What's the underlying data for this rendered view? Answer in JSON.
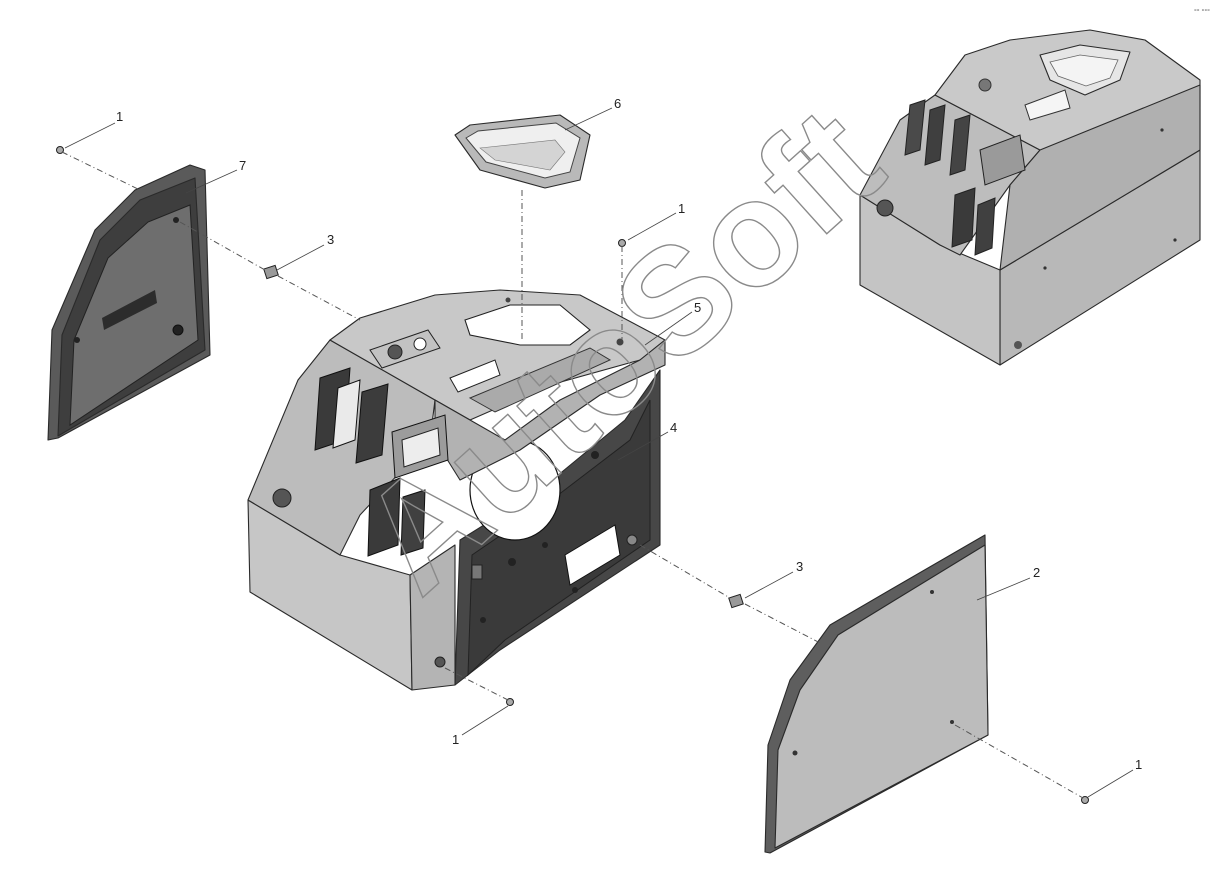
{
  "corner_mark": "°° °°°",
  "watermark": "AutoSoft",
  "colors": {
    "part_light": "#c9c9c9",
    "part_mid": "#a9a9a9",
    "part_dark": "#5a5a5a",
    "part_shadow": "#3a3a3a",
    "outline": "#2a2a2a"
  },
  "callouts": [
    {
      "id": "c-1-top-left",
      "label": "1"
    },
    {
      "id": "c-7",
      "label": "7"
    },
    {
      "id": "c-3-left",
      "label": "3"
    },
    {
      "id": "c-6",
      "label": "6"
    },
    {
      "id": "c-1-top-center",
      "label": "1"
    },
    {
      "id": "c-5",
      "label": "5"
    },
    {
      "id": "c-4",
      "label": "4"
    },
    {
      "id": "c-3-right",
      "label": "3"
    },
    {
      "id": "c-2",
      "label": "2"
    },
    {
      "id": "c-1-bottom-center",
      "label": "1"
    },
    {
      "id": "c-1-bottom-right",
      "label": "1"
    }
  ]
}
